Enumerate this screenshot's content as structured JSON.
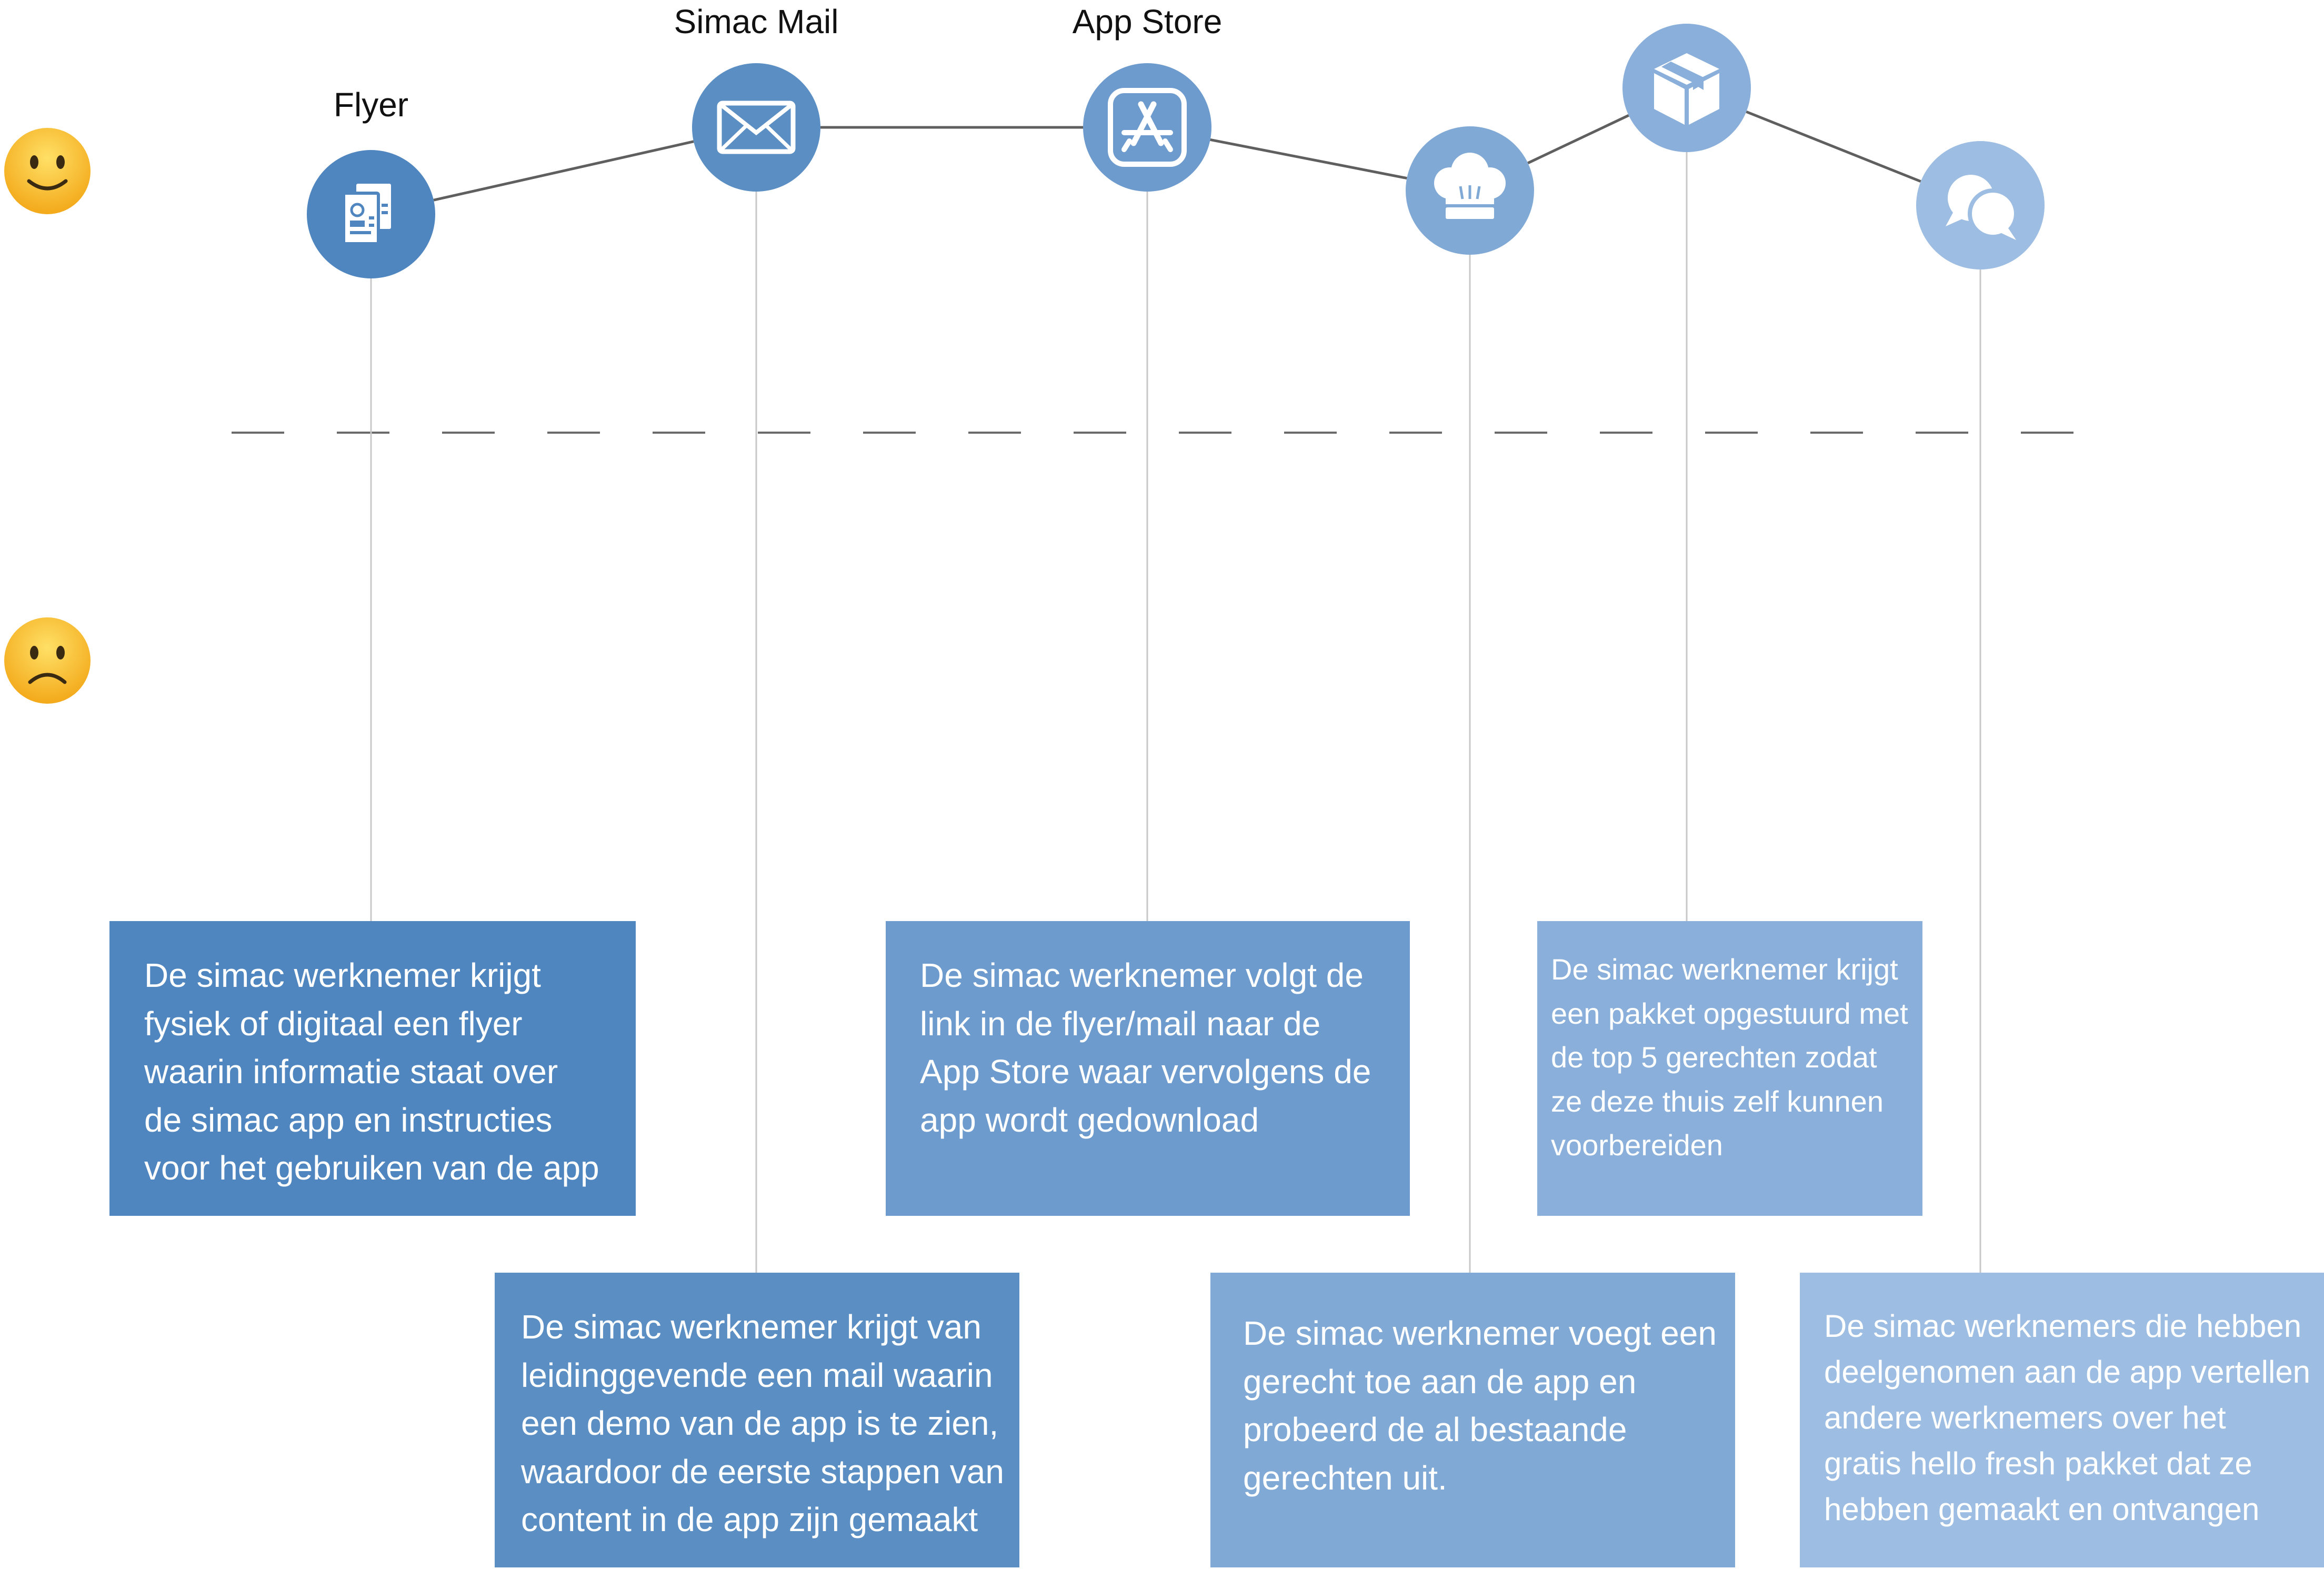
{
  "colors": {
    "line": "#5f5f5f",
    "connector": "#c8c8c8",
    "dash": "#6a6a6a",
    "emoji_face": "#f9c31c",
    "emoji_feature": "#3a2a12"
  },
  "mood_icons": {
    "positive": "smiling-face-icon",
    "negative": "frowning-face-icon"
  },
  "journey": {
    "steps": [
      {
        "id": "flyer",
        "label": "Flyer",
        "icon": "flyer-icon",
        "color": "#4f86bf",
        "text": [
          "De simac werknemer krijgt",
          "fysiek of digitaal een flyer",
          "waarin informatie staat over",
          "de simac app en instructies",
          "voor het gebruiken van de app"
        ]
      },
      {
        "id": "mail",
        "label": "Simac Mail",
        "icon": "mail-icon",
        "color": "#5b8fc4",
        "text": [
          "De simac werknemer krijgt van",
          "leidinggevende een mail waarin",
          "een demo van de app is te zien,",
          "waardoor de eerste stappen van",
          "content in de app zijn gemaakt"
        ]
      },
      {
        "id": "appstore",
        "label": "App Store",
        "icon": "app-store-icon",
        "color": "#6d9bcd",
        "text": [
          "De simac werknemer volgt de",
          "link in de flyer/mail naar de",
          "App Store waar vervolgens de",
          "app wordt gedownload"
        ]
      },
      {
        "id": "recipe",
        "label": "",
        "icon": "chef-hat-icon",
        "color": "#81a9d6",
        "text": [
          "De simac werknemer voegt een",
          "gerecht toe aan de app en",
          "probeerd de al bestaande",
          "gerechten uit."
        ]
      },
      {
        "id": "package",
        "label": "",
        "icon": "package-box-icon",
        "color": "#89afda",
        "text": [
          "De simac werknemer krijgt",
          "een pakket opgestuurd met",
          "de top 5 gerechten zodat",
          "ze deze thuis zelf kunnen",
          "voorbereiden"
        ]
      },
      {
        "id": "share",
        "label": "",
        "icon": "chat-bubbles-icon",
        "color": "#9dbde2",
        "text": [
          "De simac werknemers die hebben",
          "deelgenomen aan de app vertellen",
          "andere werknemers over het",
          "gratis hello fresh pakket dat ze",
          "hebben gemaakt en ontvangen"
        ]
      }
    ]
  }
}
